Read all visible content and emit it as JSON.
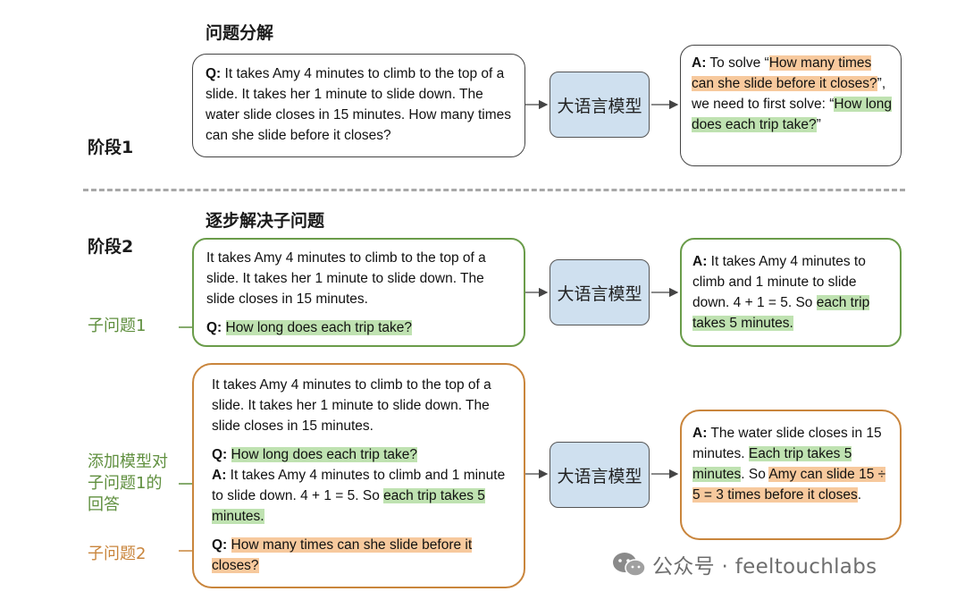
{
  "headings": {
    "decompose": "问题分解",
    "solve": "逐步解决子问题"
  },
  "stages": {
    "stage1": "阶段1",
    "stage2": "阶段2"
  },
  "model_label": "大语言模型",
  "side_labels": {
    "sub1": "子问题1",
    "add_line1": "添加模型对",
    "add_line2": "子问题1的",
    "add_line3": "回答",
    "sub2": "子问题2"
  },
  "stage1": {
    "question_prefix": "Q:",
    "question": "It takes Amy 4 minutes to climb to the top of a slide. It takes her 1 minute to slide down. The water slide closes in 15 minutes. How many times can she slide before it closes?",
    "answer_prefix": "A:",
    "answer_part1": "To solve “",
    "answer_hl1": "How many times can she slide before it closes?",
    "answer_part2": "”, we need to first solve: “",
    "answer_hl2": "How long does each trip take?",
    "answer_part3": "”"
  },
  "stage2a": {
    "context": "It takes Amy 4 minutes to climb to the top of a slide. It takes her 1 minute to slide down. The slide closes in 15 minutes.",
    "q_prefix": "Q:",
    "q_hl": "How long does each trip take?",
    "a_prefix": "A:",
    "a_text": "It takes Amy 4 minutes to climb and 1 minute to slide down. 4 + 1 = 5. So ",
    "a_hl": "each trip takes 5 minutes."
  },
  "stage2b": {
    "context": "It takes Amy 4 minutes to climb to the top of a slide. It takes her 1 minute to slide down. The slide closes in 15 minutes.",
    "q1_prefix": "Q:",
    "q1_hl": "How long does each trip take?",
    "a1_prefix": "A:",
    "a1_text": "It takes Amy 4 minutes to climb and 1 minute to slide down. 4 + 1 = 5. So ",
    "a1_hl": "each trip takes 5 minutes.",
    "q2_prefix": "Q:",
    "q2_hl": "How many times can she slide before it closes?",
    "a_prefix": "A:",
    "a_text1": "The water slide closes in 15 minutes. ",
    "a_hl1": "Each trip takes 5 minutes",
    "a_text2": ". So ",
    "a_hl2": "Amy can slide 15 ÷ 5 = 3 times before it closes",
    "a_text3": "."
  },
  "watermark": "公众号 · feeltouchlabs",
  "colors": {
    "green_border": "#6a9c4a",
    "orange_border": "#c9853c",
    "green_highlight": "#bfe2b1",
    "orange_highlight": "#f7c99d",
    "model_fill": "#cfe0ef"
  }
}
